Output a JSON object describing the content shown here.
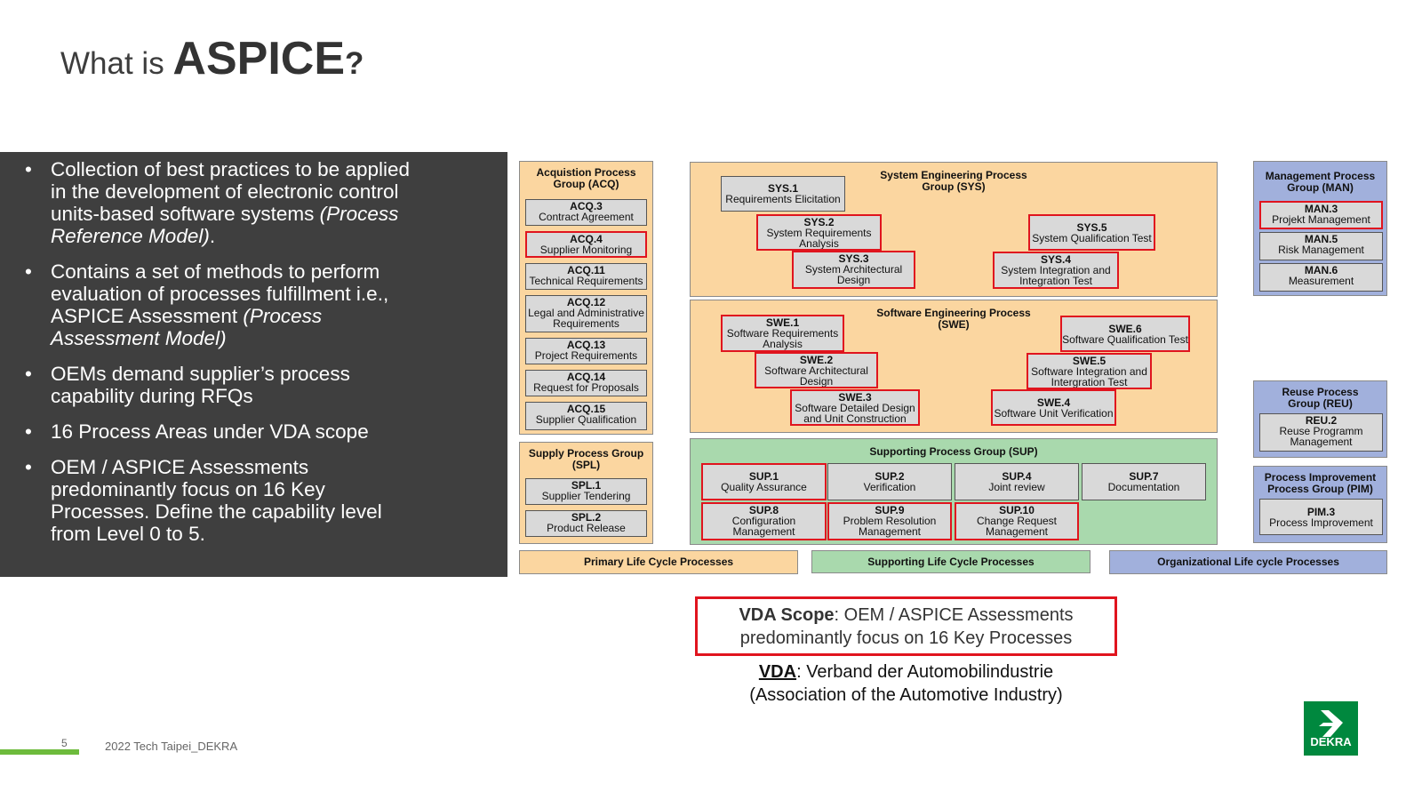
{
  "slide": {
    "title_prefix": "What is ",
    "title_main": "ASPICE",
    "title_suffix": "?"
  },
  "bullets": [
    {
      "text": "Collection of best practices to be applied in the development of electronic control units-based software systems ",
      "italic": "(Process Reference Model)",
      "tail": "."
    },
    {
      "text": "Contains a set of methods to perform evaluation of processes fulfillment i.e., ASPICE Assessment ",
      "italic": "(Process Assessment Model)",
      "tail": ""
    },
    {
      "text": "OEMs demand supplier’s process capability during RFQs",
      "italic": "",
      "tail": ""
    },
    {
      "text": "16 Process Areas under VDA scope",
      "italic": "",
      "tail": ""
    },
    {
      "text": "OEM / ASPICE Assessments predominantly focus on 16 Key Processes. Define the capability level from Level 0 to 5.",
      "italic": "",
      "tail": ""
    }
  ],
  "diagram": {
    "acq": {
      "title": "Acquistion Process Group (ACQ)",
      "processes": [
        {
          "id": "ACQ.3",
          "name": "Contract Agreement",
          "key": false
        },
        {
          "id": "ACQ.4",
          "name": "Supplier Monitoring",
          "key": true
        },
        {
          "id": "ACQ.11",
          "name": "Technical Requirements",
          "key": false
        },
        {
          "id": "ACQ.12",
          "name": "Legal and Administrative Requirements",
          "key": false
        },
        {
          "id": "ACQ.13",
          "name": "Project Requirements",
          "key": false
        },
        {
          "id": "ACQ.14",
          "name": "Request for Proposals",
          "key": false
        },
        {
          "id": "ACQ.15",
          "name": "Supplier Qualification",
          "key": false
        }
      ]
    },
    "spl": {
      "title": "Supply Process Group (SPL)",
      "processes": [
        {
          "id": "SPL.1",
          "name": "Supplier Tendering",
          "key": false
        },
        {
          "id": "SPL.2",
          "name": "Product Release",
          "key": false
        }
      ]
    },
    "sys": {
      "title": "System Engineering Process Group (SYS)",
      "processes": [
        {
          "id": "SYS.1",
          "name": "Requirements Elicitation",
          "key": false
        },
        {
          "id": "SYS.2",
          "name": "System Requirements Analysis",
          "key": true
        },
        {
          "id": "SYS.3",
          "name": "System Architectural Design",
          "key": true
        },
        {
          "id": "SYS.4",
          "name": "System Integration and Integration Test",
          "key": true
        },
        {
          "id": "SYS.5",
          "name": "System Qualification Test",
          "key": true
        }
      ]
    },
    "swe": {
      "title": "Software Engineering Process (SWE)",
      "processes": [
        {
          "id": "SWE.1",
          "name": "Software Requirements Analysis",
          "key": true
        },
        {
          "id": "SWE.2",
          "name": "Software Architectural Design",
          "key": true
        },
        {
          "id": "SWE.3",
          "name": "Software Detailed Design and Unit Construction",
          "key": true
        },
        {
          "id": "SWE.4",
          "name": "Software Unit Verification",
          "key": true
        },
        {
          "id": "SWE.5",
          "name": "Software Integration and Intergration Test",
          "key": true
        },
        {
          "id": "SWE.6",
          "name": "Software Qualification Test",
          "key": true
        }
      ]
    },
    "sup": {
      "title": "Supporting Process Group (SUP)",
      "processes": [
        {
          "id": "SUP.1",
          "name": "Quality Assurance",
          "key": true
        },
        {
          "id": "SUP.2",
          "name": "Verification",
          "key": false
        },
        {
          "id": "SUP.4",
          "name": "Joint review",
          "key": false
        },
        {
          "id": "SUP.7",
          "name": "Documentation",
          "key": false
        },
        {
          "id": "SUP.8",
          "name": "Configuration Management",
          "key": true
        },
        {
          "id": "SUP.9",
          "name": "Problem Resolution Management",
          "key": true
        },
        {
          "id": "SUP.10",
          "name": "Change Request Management",
          "key": true
        }
      ]
    },
    "man": {
      "title": "Management Process Group (MAN)",
      "processes": [
        {
          "id": "MAN.3",
          "name": "Projekt Management",
          "key": true
        },
        {
          "id": "MAN.5",
          "name": "Risk Management",
          "key": false
        },
        {
          "id": "MAN.6",
          "name": "Measurement",
          "key": false
        }
      ]
    },
    "reu": {
      "title": "Reuse Process Group (REU)",
      "processes": [
        {
          "id": "REU.2",
          "name": "Reuse Programm Management",
          "key": false
        }
      ]
    },
    "pim": {
      "title": "Process Improvement Process Group (PIM)",
      "processes": [
        {
          "id": "PIM.3",
          "name": "Process Improvement",
          "key": false
        }
      ]
    },
    "bars": {
      "primary": "Primary Life Cycle Processes",
      "supporting": "Supporting Life Cycle Processes",
      "organizational": "Organizational Life cycle Processes"
    }
  },
  "vda": {
    "scope_label": "VDA Scope",
    "scope_text": ": OEM / ASPICE Assessments predominantly focus on 16 Key Processes",
    "abbr": "VDA",
    "def_text": ": Verband der Automobilindustrie",
    "def_en": "(Association of the Automotive Industry)"
  },
  "footer": {
    "page_number": "5",
    "text": "2022 Tech Taipei_DEKRA",
    "logo_text": "DEKRA"
  },
  "colors": {
    "key_border": "#e0141e",
    "primary": "#fbd6a0",
    "supporting": "#a9d9ad",
    "organizational": "#a1b0dc",
    "brand_green": "#00883e"
  }
}
